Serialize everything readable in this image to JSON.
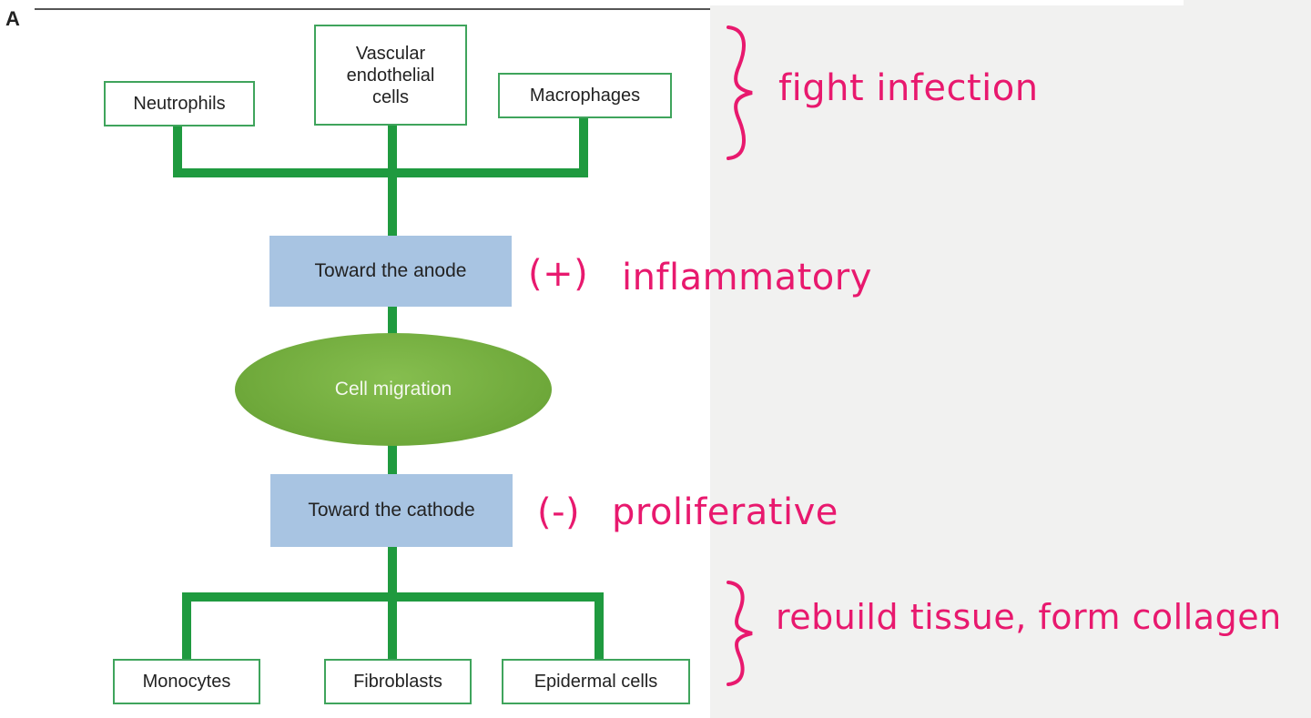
{
  "figure": {
    "panel_label": "A"
  },
  "top_cells": {
    "left": "Neutrophils",
    "center_lines": [
      "Vascular",
      "endothelial",
      "cells"
    ],
    "right": "Macrophages"
  },
  "anode": {
    "label": "Toward the anode"
  },
  "migration": {
    "label": "Cell migration"
  },
  "cathode": {
    "label": "Toward the cathode"
  },
  "bottom_cells": {
    "left": "Monocytes",
    "center": "Fibroblasts",
    "right": "Epidermal cells"
  },
  "annotations": {
    "top_group": "fight infection",
    "anode_sign": "(+)",
    "anode_phase": "inflammatory",
    "cathode_sign": "(-)",
    "cathode_phase": "proliferative",
    "bottom_group": "rebuild tissue, form collagen"
  },
  "colors": {
    "connector_green": "#1f9a3f",
    "box_border_green": "#3fa45c",
    "direction_box_blue": "#a8c4e2",
    "ellipse_green": "#6ea83a",
    "annotation_pink": "#e8196e"
  }
}
